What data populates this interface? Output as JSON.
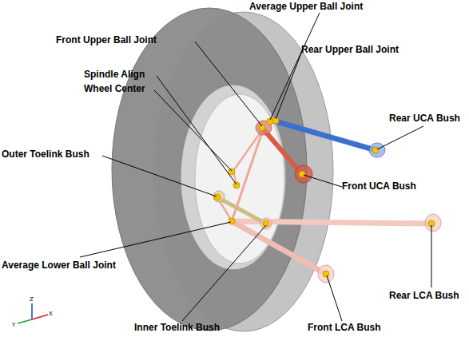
{
  "diagram": {
    "labels": [
      "Average Upper Ball Joint",
      "Front Upper Ball Joint",
      "Rear Upper Ball Joint",
      "Spindle Align",
      "Wheel Center",
      "Rear UCA Bush",
      "Outer Toelink Bush",
      "Front UCA Bush",
      "Average Lower Ball Joint",
      "Rear LCA Bush",
      "Inner Toelink Bush",
      "Front LCA Bush",
      "Z",
      "Y",
      "X"
    ]
  }
}
